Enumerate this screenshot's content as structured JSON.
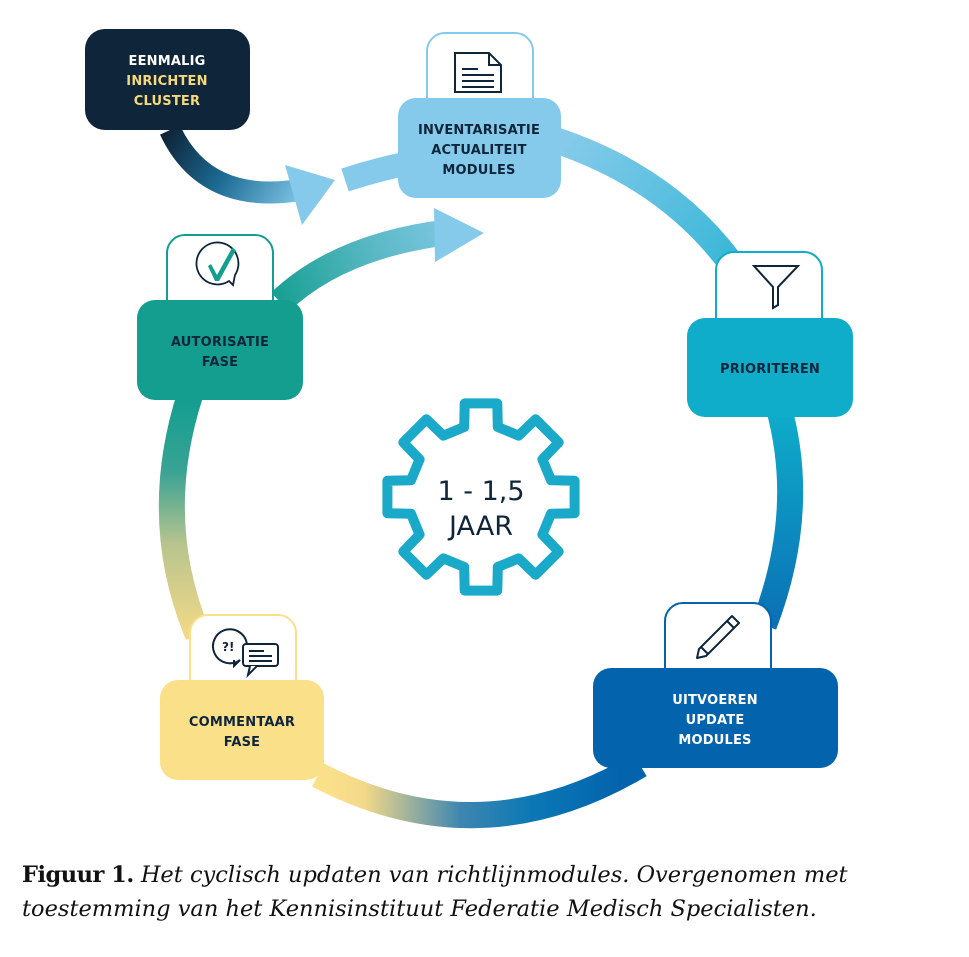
{
  "figure": {
    "start_box": {
      "lines": [
        "EENMALIG",
        "INRICHTEN",
        "CLUSTER"
      ],
      "line_colors": [
        "#ffffff",
        "#f6d97a",
        "#f6d97a"
      ],
      "fill": "#0f2539"
    },
    "center": {
      "icon": "gear-icon",
      "lines": [
        "1 - 1,5",
        "JAAR"
      ],
      "color": "#1aa9c9"
    },
    "steps": [
      {
        "id": "inventarisatie",
        "lines": [
          "INVENTARISATIE",
          "ACTUALITEIT",
          "MODULES"
        ],
        "icon": "document-icon",
        "fill": "#85caea",
        "text_color": "#0f2539"
      },
      {
        "id": "prioriteren",
        "lines": [
          "PRIORITEREN"
        ],
        "icon": "filter-funnel-icon",
        "fill": "#0fadca",
        "text_color": "#0f2539"
      },
      {
        "id": "uitvoeren",
        "lines": [
          "UITVOEREN",
          "UPDATE",
          "MODULES"
        ],
        "icon": "pencil-icon",
        "fill": "#0463ad",
        "text_color": "#ffffff"
      },
      {
        "id": "commentaar",
        "lines": [
          "COMMENTAAR",
          "FASE"
        ],
        "icon": "speech-bubbles-icon",
        "fill": "#fbe08a",
        "text_color": "#0f2539"
      },
      {
        "id": "autorisatie",
        "lines": [
          "AUTORISATIE",
          "FASE"
        ],
        "icon": "checkmark-bubble-icon",
        "fill": "#139e90",
        "text_color": "#0f2539"
      }
    ],
    "icon_glyphs": {
      "comment_marks": "?!"
    }
  },
  "caption": {
    "lead": "Figuur 1.",
    "text": "Het cyclisch updaten van richtlijnmodules. Overgenomen met toestemming van het Kennisinstituut Federatie Medisch Specialisten."
  }
}
